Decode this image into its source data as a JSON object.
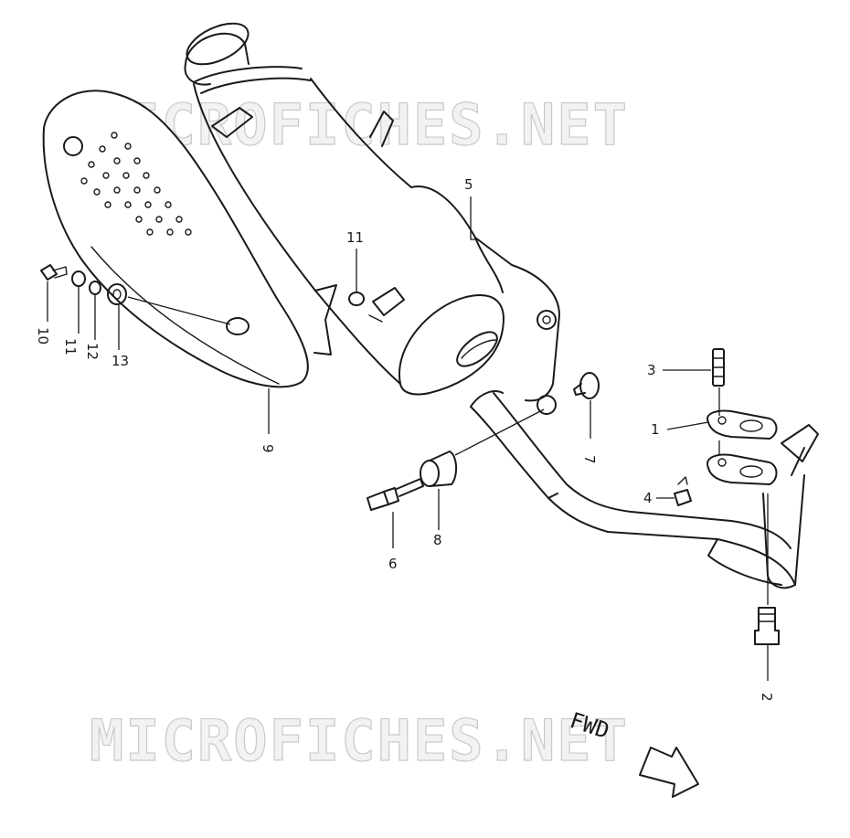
{
  "watermark": {
    "top": "MICROFICHES.NET",
    "bottom": "MICROFICHES.NET"
  },
  "direction_label": "FWD",
  "callouts": [
    {
      "id": "callout-1",
      "label": "1"
    },
    {
      "id": "callout-2",
      "label": "2"
    },
    {
      "id": "callout-3",
      "label": "3"
    },
    {
      "id": "callout-4",
      "label": "4"
    },
    {
      "id": "callout-5",
      "label": "5"
    },
    {
      "id": "callout-6",
      "label": "6"
    },
    {
      "id": "callout-7",
      "label": "7"
    },
    {
      "id": "callout-8",
      "label": "8"
    },
    {
      "id": "callout-9",
      "label": "9"
    },
    {
      "id": "callout-10",
      "label": "10"
    },
    {
      "id": "callout-11a",
      "label": "11"
    },
    {
      "id": "callout-11b",
      "label": "11"
    },
    {
      "id": "callout-12",
      "label": "12"
    },
    {
      "id": "callout-13",
      "label": "13"
    }
  ]
}
